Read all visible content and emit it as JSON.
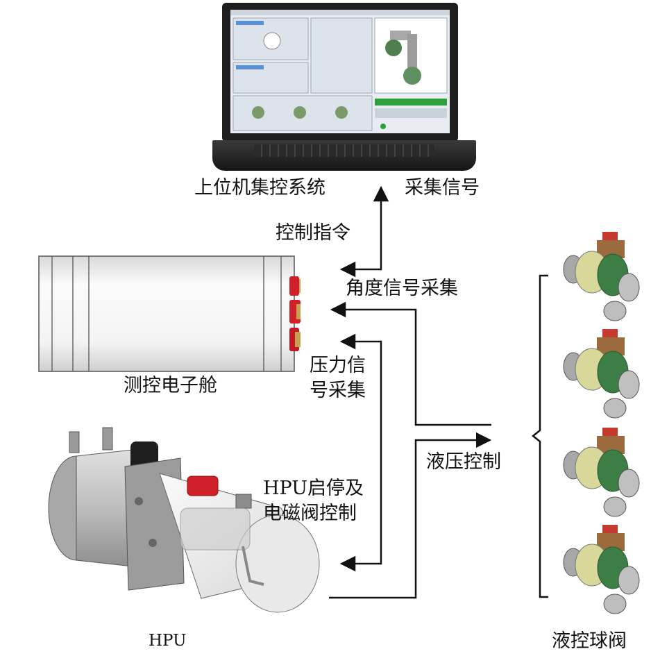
{
  "labels": {
    "host_system": "上位机集控系统",
    "collect_signal": "采集信号",
    "control_cmd": "控制指令",
    "angle_signal": "角度信号采集",
    "pressure_line1": "压力信",
    "pressure_line2": "号采集",
    "cabin": "测控电子舱",
    "hpu_ctrl_line1": "HPU启停及",
    "hpu_ctrl_line2": "电磁阀控制",
    "hydraulic_ctrl": "液压控制",
    "hpu": "HPU",
    "ball_valves": "液控球阀"
  },
  "colors": {
    "line": "#111111",
    "connector_red": "#d0202a",
    "cylinder": "#f2f2f2",
    "valve_green": "#3d7e47",
    "valve_yellow": "#d8d89a"
  },
  "icons": [
    "laptop-icon",
    "electronic-cabin-icon",
    "hpu-unit-icon",
    "ball-valve-icon"
  ]
}
